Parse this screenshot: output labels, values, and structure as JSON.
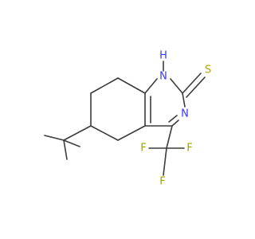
{
  "diagram": {
    "type": "chemical-structure",
    "colors": {
      "bond": "#3c3c3c",
      "nitrogen": "#3838ff",
      "sulfur": "#b8a000",
      "fluorine": "#9aa500"
    },
    "atoms": [
      {
        "label": "H",
        "element": "H"
      },
      {
        "label": "N",
        "element": "N"
      },
      {
        "label": "S",
        "element": "S"
      },
      {
        "label": "N",
        "element": "N"
      },
      {
        "label": "F",
        "element": "F"
      },
      {
        "label": "F",
        "element": "F"
      },
      {
        "label": "F",
        "element": "F"
      }
    ]
  }
}
